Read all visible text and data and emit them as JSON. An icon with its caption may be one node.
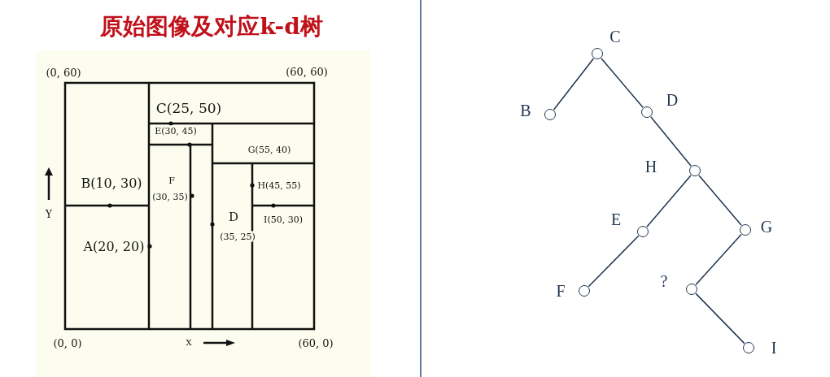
{
  "diagram": {
    "title": "原始图像及对应k-d树",
    "nodes": [
      {
        "text": [],
        "shape": "circle",
        "beside": [
          "C"
        ]
      },
      {
        "text": [],
        "shape": "circle",
        "beside": [
          "B"
        ]
      },
      {
        "text": [],
        "shape": "circle",
        "beside": [
          "D"
        ]
      },
      {
        "text": [],
        "shape": "circle",
        "beside": [
          "H"
        ]
      },
      {
        "text": [],
        "shape": "circle",
        "beside": [
          "E"
        ]
      },
      {
        "text": [],
        "shape": "circle",
        "beside": [
          "G"
        ]
      },
      {
        "text": [],
        "shape": "circle",
        "beside": [
          "F"
        ]
      },
      {
        "text": [],
        "shape": "circle",
        "beside": [
          "?"
        ]
      },
      {
        "text": [],
        "shape": "circle",
        "beside": [
          "I"
        ]
      }
    ],
    "edges": [
      {
        "from": 0,
        "to": 1,
        "arrow": "none"
      },
      {
        "from": 0,
        "to": 2,
        "arrow": "none"
      },
      {
        "from": 2,
        "to": 3,
        "arrow": "none"
      },
      {
        "from": 3,
        "to": 4,
        "arrow": "none"
      },
      {
        "from": 3,
        "to": 5,
        "arrow": "none"
      },
      {
        "from": 4,
        "to": 6,
        "arrow": "none"
      },
      {
        "from": 5,
        "to": 7,
        "arrow": "none"
      },
      {
        "from": 7,
        "to": 8,
        "arrow": "none"
      }
    ],
    "labels": [
      "(0, 60)",
      "(60, 60)",
      "C(25, 50)",
      "E(30, 45)",
      "G(55, 40)",
      "B(10, 30)",
      "F",
      "(30, 35)",
      "H(45, 55)",
      "Y",
      "D",
      "I(50, 30)",
      "(35, 25)",
      "A(20, 20)",
      "(0, 0)",
      "X",
      "(60, 0)"
    ]
  }
}
